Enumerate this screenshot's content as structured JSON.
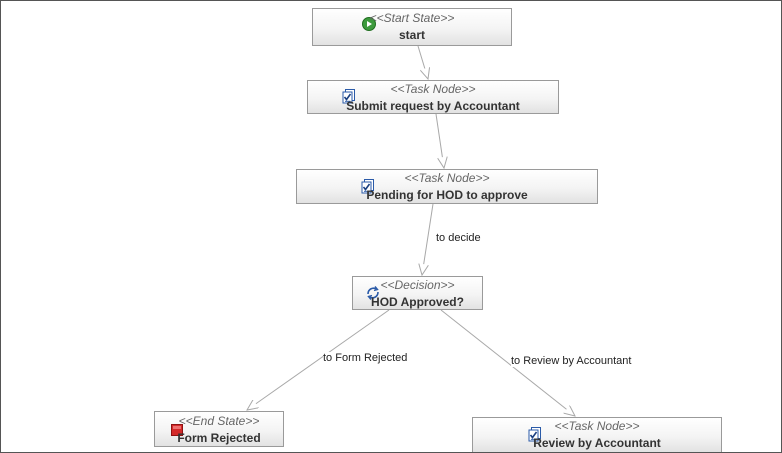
{
  "nodes": {
    "start": {
      "stereotype": "<<Start State>>",
      "label": "start",
      "icon": "play-circle-icon"
    },
    "submit": {
      "stereotype": "<<Task Node>>",
      "label": "Submit request by Accountant",
      "icon": "task-checklist-icon"
    },
    "pending": {
      "stereotype": "<<Task Node>>",
      "label": "Pending for HOD to approve",
      "icon": "task-checklist-icon"
    },
    "decision": {
      "stereotype": "<<Decision>>",
      "label": "HOD Approved?",
      "icon": "decision-arrows-icon"
    },
    "rejected": {
      "stereotype": "<<End State>>",
      "label": "Form Rejected",
      "icon": "stop-square-icon"
    },
    "review": {
      "stereotype": "<<Task Node>>",
      "label": "Review by Accountant",
      "icon": "task-checklist-icon"
    }
  },
  "transitions": {
    "to_decide": "to decide",
    "to_form_rejected": "to Form Rejected",
    "to_review": "to Review by Accountant"
  },
  "colors": {
    "start_icon": "#3d9a3d",
    "end_icon": "#d42a2a",
    "task_icon": "#2a5aa8",
    "edge": "#a8a8a8"
  }
}
